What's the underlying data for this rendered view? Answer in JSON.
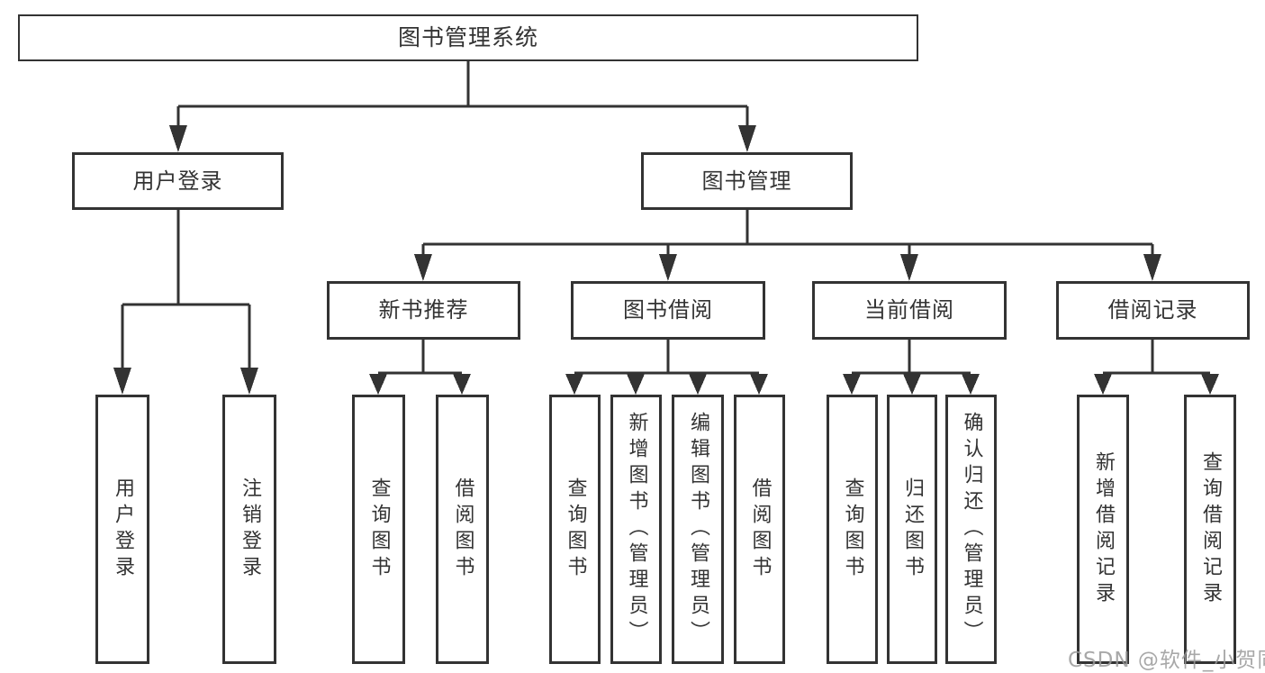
{
  "diagram": {
    "line_color": "#333333",
    "background": "#ffffff",
    "nodes": {
      "root": {
        "label": "图书管理系统"
      },
      "user_login": {
        "label": "用户登录"
      },
      "book_management": {
        "label": "图书管理"
      },
      "new_book_recommend": {
        "label": "新书推荐"
      },
      "book_borrowing": {
        "label": "图书借阅"
      },
      "current_borrowing": {
        "label": "当前借阅"
      },
      "borrowing_records": {
        "label": "借阅记录"
      },
      "leaf_user_login": {
        "label": "用户登录"
      },
      "leaf_logout": {
        "label": "注销登录"
      },
      "leaf_nbr_query_books": {
        "label": "查询图书"
      },
      "leaf_nbr_borrow_books": {
        "label": "借阅图书"
      },
      "leaf_bb_query_books": {
        "label": "查询图书"
      },
      "leaf_bb_add_books": {
        "label": "新增图书（管理员）"
      },
      "leaf_bb_edit_books": {
        "label": "编辑图书（管理员）"
      },
      "leaf_bb_borrow_books": {
        "label": "借阅图书"
      },
      "leaf_cb_query_books": {
        "label": "查询图书"
      },
      "leaf_cb_return_books": {
        "label": "归还图书"
      },
      "leaf_cb_confirm_return": {
        "label": "确认归还（管理员）"
      },
      "leaf_br_add_record": {
        "label": "新增借阅记录"
      },
      "leaf_br_query_record": {
        "label": "查询借阅记录"
      }
    },
    "structure": {
      "root": [
        "user_login",
        "book_management"
      ],
      "user_login": [
        "leaf_user_login",
        "leaf_logout"
      ],
      "book_management": [
        "new_book_recommend",
        "book_borrowing",
        "current_borrowing",
        "borrowing_records"
      ],
      "new_book_recommend": [
        "leaf_nbr_query_books",
        "leaf_nbr_borrow_books"
      ],
      "book_borrowing": [
        "leaf_bb_query_books",
        "leaf_bb_add_books",
        "leaf_bb_edit_books",
        "leaf_bb_borrow_books"
      ],
      "current_borrowing": [
        "leaf_cb_query_books",
        "leaf_cb_return_books",
        "leaf_cb_confirm_return"
      ],
      "borrowing_records": [
        "leaf_br_add_record",
        "leaf_br_query_record"
      ]
    }
  },
  "watermark": {
    "text": "CSDN @软件_小贺同学",
    "color": "#9a9a9a"
  }
}
